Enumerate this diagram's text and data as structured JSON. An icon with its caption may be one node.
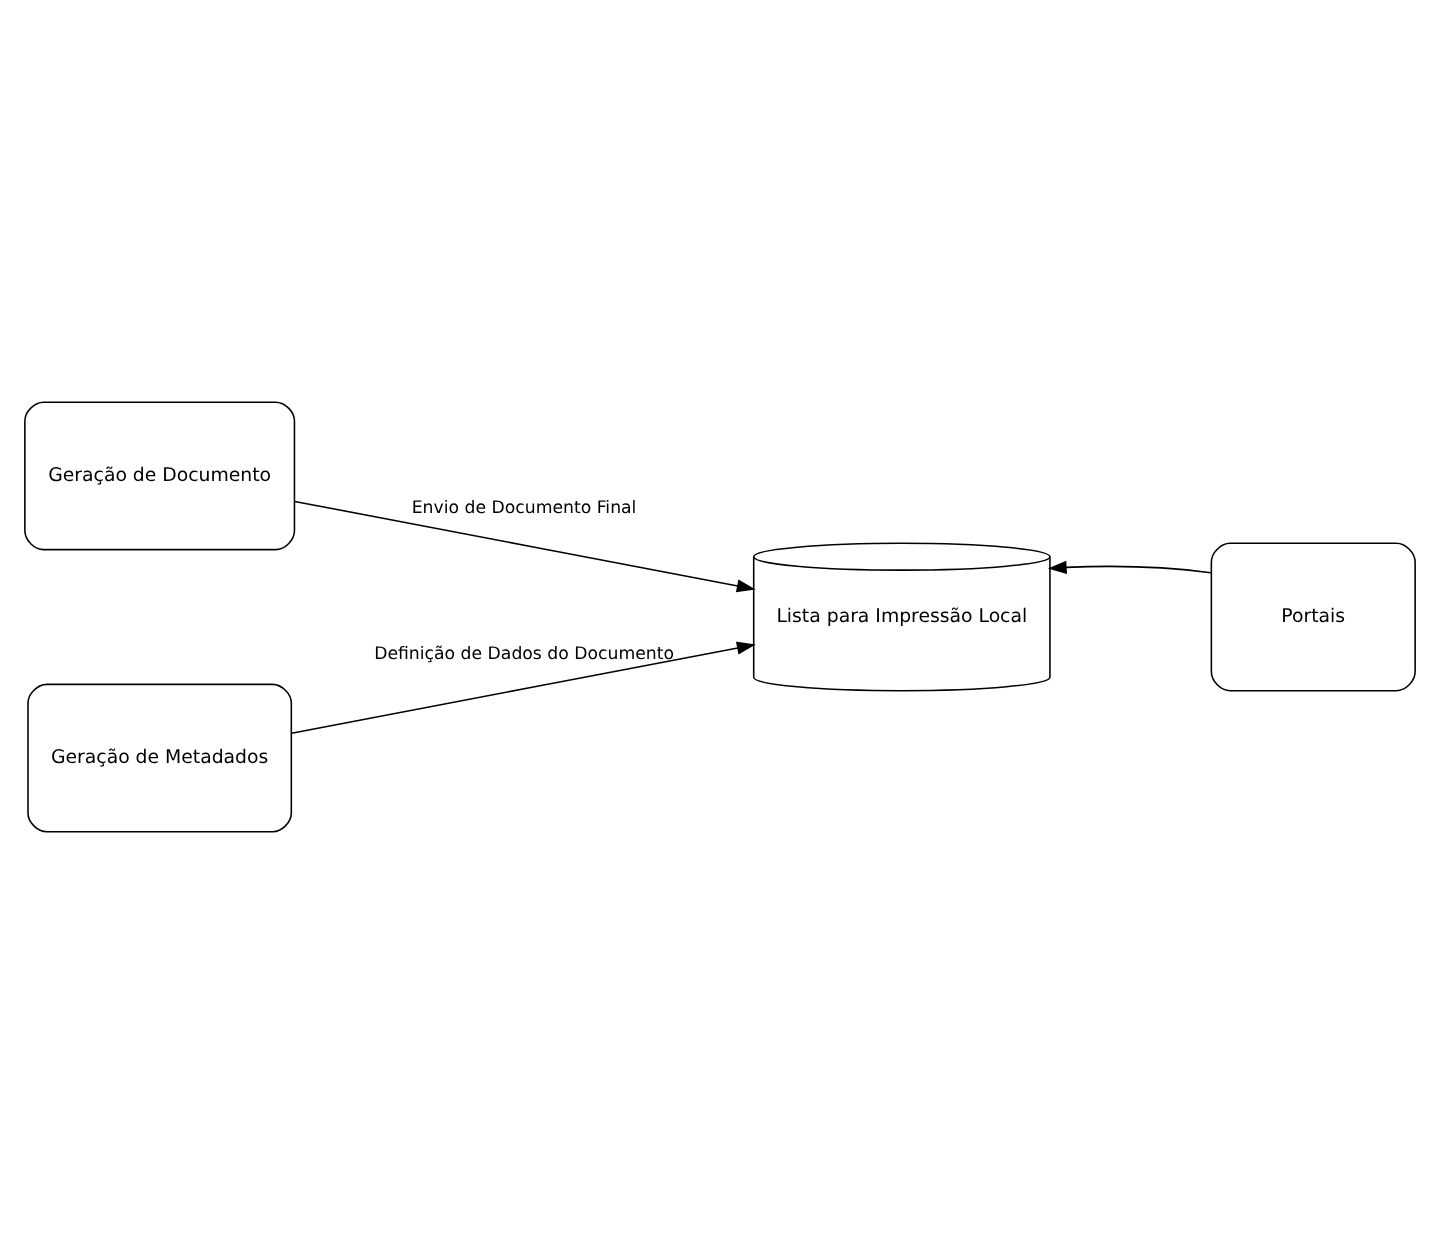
{
  "diagram": {
    "nodes": [
      {
        "text": [
          "Geração de Documento"
        ]
      },
      {
        "text": [
          "Lista para Impressão Local"
        ]
      },
      {
        "text": [
          "Portais"
        ]
      },
      {
        "text": [
          "Geração de Metadados"
        ]
      }
    ],
    "edges": [
      {
        "from": 0,
        "to": 1,
        "arrow": "to",
        "label": "Envio de Documento Final"
      },
      {
        "from": 3,
        "to": 1,
        "arrow": "to",
        "label": "Definição de Dados do Documento"
      },
      {
        "from": 2,
        "to": 1,
        "arrow": "to"
      }
    ]
  }
}
